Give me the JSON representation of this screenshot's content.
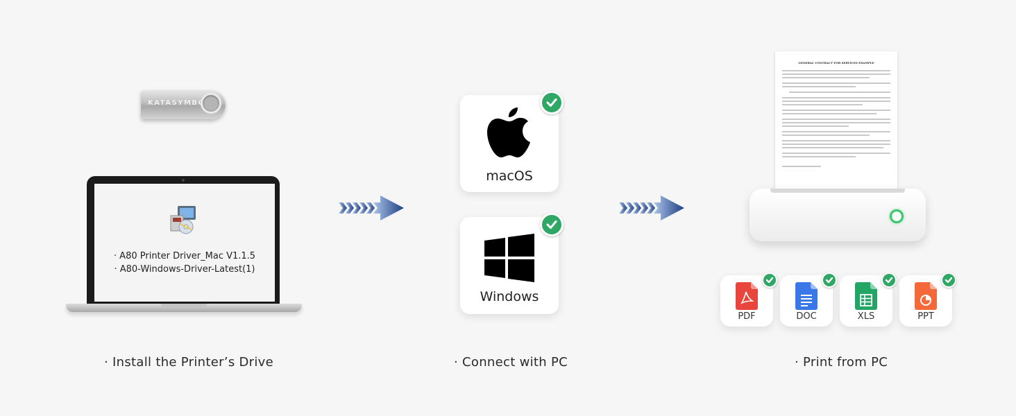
{
  "step1": {
    "usb_brand": "KATASYMBOL",
    "driver_files": [
      "· A80 Printer Driver_Mac V1.1.5",
      "· A80-Windows-Driver-Latest(1)"
    ],
    "caption": "· Install the Printer’s Drive"
  },
  "step2": {
    "os": [
      {
        "label": "macOS",
        "icon": "apple-icon"
      },
      {
        "label": "Windows",
        "icon": "windows-icon"
      }
    ],
    "caption": "· Connect with PC"
  },
  "step3": {
    "paper_title": "GENERAL CONTRACT FOR SERVICES EXAMPLE",
    "formats": [
      {
        "label": "PDF",
        "icon": "pdf-icon",
        "color": "#e8453c"
      },
      {
        "label": "DOC",
        "icon": "doc-icon",
        "color": "#3b78e7"
      },
      {
        "label": "XLS",
        "icon": "xls-icon",
        "color": "#23a566"
      },
      {
        "label": "PPT",
        "icon": "ppt-icon",
        "color": "#f4693a"
      }
    ],
    "caption": "· Print from PC"
  },
  "colors": {
    "check": "#2fa866",
    "arrow": "#2c4f8f",
    "led": "#3ec46d"
  }
}
